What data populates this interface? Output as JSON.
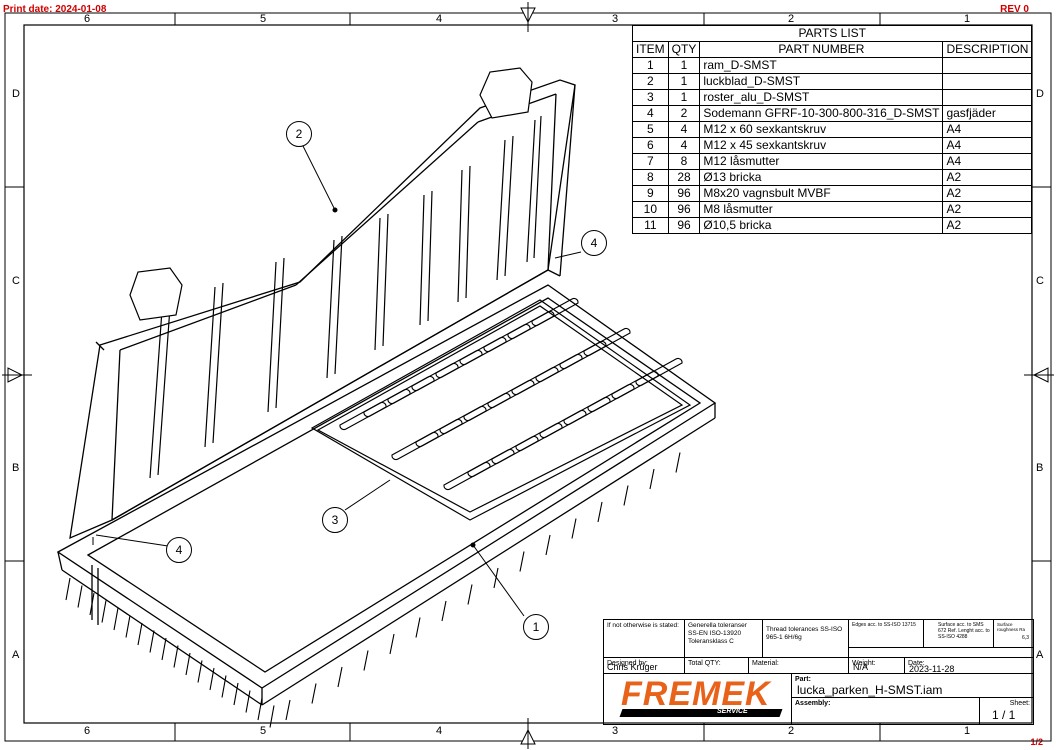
{
  "print_date": "Print date: 2024-01-08",
  "rev": "REV 0",
  "page_fraction": "1/2",
  "zones": {
    "columns": [
      "6",
      "5",
      "4",
      "3",
      "2",
      "1"
    ],
    "rows": [
      "D",
      "C",
      "B",
      "A"
    ]
  },
  "parts_list": {
    "title": "PARTS LIST",
    "headers": [
      "ITEM",
      "QTY",
      "PART NUMBER",
      "DESCRIPTION"
    ],
    "rows": [
      {
        "item": "1",
        "qty": "1",
        "part": "ram_D-SMST",
        "desc": ""
      },
      {
        "item": "2",
        "qty": "1",
        "part": "luckblad_D-SMST",
        "desc": ""
      },
      {
        "item": "3",
        "qty": "1",
        "part": "roster_alu_D-SMST",
        "desc": ""
      },
      {
        "item": "4",
        "qty": "2",
        "part": "Sodemann GFRF-10-300-800-316_D-SMST",
        "desc": "gasfjäder"
      },
      {
        "item": "5",
        "qty": "4",
        "part": "M12 x 60 sexkantskruv",
        "desc": "A4"
      },
      {
        "item": "6",
        "qty": "4",
        "part": "M12 x 45 sexkantskruv",
        "desc": "A4"
      },
      {
        "item": "7",
        "qty": "8",
        "part": "M12 låsmutter",
        "desc": "A4"
      },
      {
        "item": "8",
        "qty": "28",
        "part": "Ø13 bricka",
        "desc": "A2"
      },
      {
        "item": "9",
        "qty": "96",
        "part": "M8x20 vagnsbult MVBF",
        "desc": "A2"
      },
      {
        "item": "10",
        "qty": "96",
        "part": "M8 låsmutter",
        "desc": "A2"
      },
      {
        "item": "11",
        "qty": "96",
        "part": "Ø10,5 bricka",
        "desc": "A2"
      }
    ]
  },
  "balloons": [
    "1",
    "2",
    "3",
    "4",
    "4"
  ],
  "title_block": {
    "if_not_otherwise": "If not otherwise is stated:",
    "general_tol": "Generella toleranser SS-EN ISO-13920 Toleransklass C",
    "thread_tol": "Thread tolerances SS-ISO 965-1 6H/6g",
    "edges": "Edges acc. to SS-ISO 13715",
    "surface": "Surface acc. to SMS 672 Ref. Lenght acc. to SS-ISO 4288",
    "surface_roughness": "Surface roughness Ra",
    "roughness_value": "6,3",
    "designed_by_label": "Designed by:",
    "designed_by": "Chris Krüger",
    "total_qty_label": "Total QTY:",
    "material_label": "Material:",
    "weight_label": "Weight:",
    "weight": "N/A",
    "date_label": "Date:",
    "date": "2023-11-28",
    "part_label": "Part:",
    "part": "lucka_parken_H-SMST.iam",
    "assembly_label": "Assembly:",
    "sheet_label": "Sheet:",
    "sheet": "1 / 1",
    "logo_text": "FREMEK",
    "logo_sub": "SERVICE"
  }
}
